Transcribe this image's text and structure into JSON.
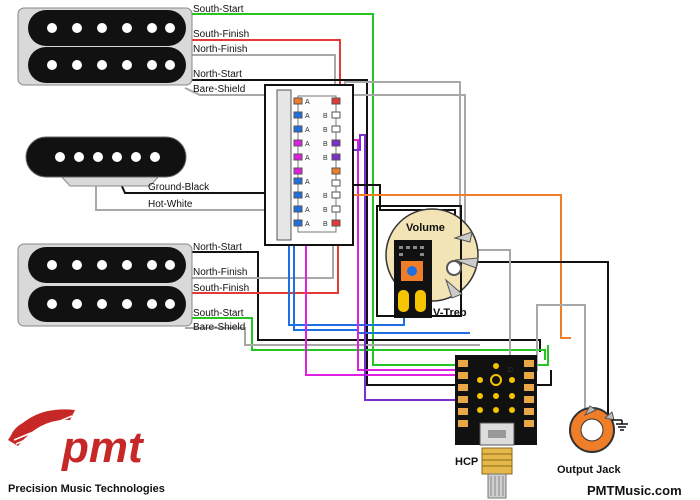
{
  "pickups": {
    "neck": {
      "wires": {
        "south_start": "South-Start",
        "south_finish": "South-Finish",
        "north_finish": "North-Finish",
        "north_start": "North-Start",
        "bare_shield": "Bare-Shield"
      }
    },
    "middle": {
      "wires": {
        "ground_black": "Ground-Black",
        "hot_white": "Hot-White"
      }
    },
    "bridge": {
      "wires": {
        "north_start": "North-Start",
        "north_finish": "North-Finish",
        "south_finish": "South-Finish",
        "south_start": "South-Start",
        "bare_shield": "Bare-Shield"
      }
    }
  },
  "components": {
    "volume_label": "Volume",
    "vtreb_label": "V-Treb",
    "hcp_label": "HCP",
    "output_jack_label": "Output Jack",
    "switch_terminal_mark": "A",
    "switch_terminal_mark_b": "B",
    "hcp_pin_mark": "D"
  },
  "brand": {
    "logo_text": "pmt",
    "name": "Precision Music Technologies",
    "site": "PMTMusic.com"
  },
  "colors": {
    "red": "#e53935",
    "green": "#22c522",
    "blue": "#1e6fe0",
    "magenta": "#e020e0",
    "purple": "#7a2fd0",
    "orange": "#f07d28",
    "gray": "#a8a8a8",
    "black": "#111111",
    "logo_red": "#c62828"
  }
}
